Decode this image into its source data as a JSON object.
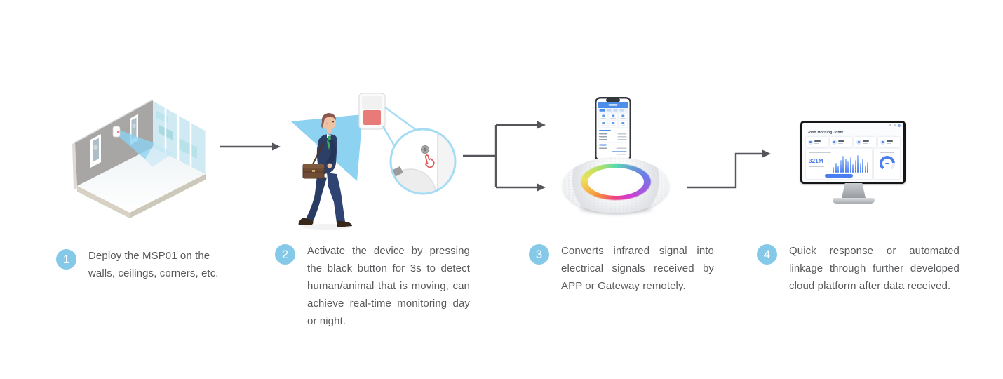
{
  "steps": [
    {
      "number": "1",
      "text": "Deploy the MSP01 on the walls, ceilings, corners, etc."
    },
    {
      "number": "2",
      "text": "Activate the device by pressing the black button for 3s to detect human/animal that is moving, can achieve real-time monitoring day or night."
    },
    {
      "number": "3",
      "text": "Converts infrared signal into electrical signals received by APP or Gateway remotely."
    },
    {
      "number": "4",
      "text": "Quick response or automated linkage through further developed cloud platform after data received."
    }
  ],
  "dashboard": {
    "greeting": "Good Morning John!",
    "metric": "321M"
  },
  "colors": {
    "step_badge_blue": "#85C9E8",
    "caption_text_gray": "#58595B",
    "arrow_gray": "#55565A",
    "detection_cone_blue": "#8DD2F1",
    "sensor_lens_red": "#E87A78",
    "dashboard_accent_blue": "#4A7DF0",
    "app_header_blue": "#4D8FE8"
  }
}
